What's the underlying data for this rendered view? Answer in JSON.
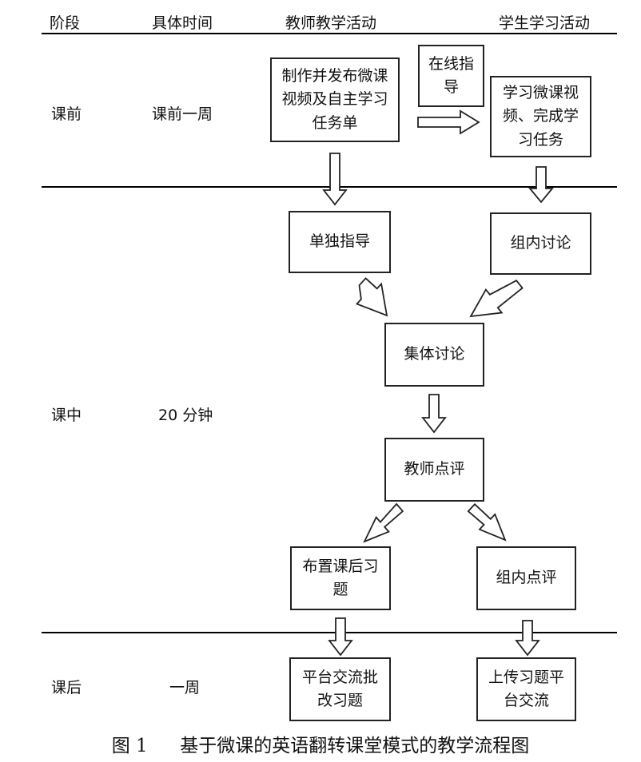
{
  "header": {
    "stage": "阶段",
    "time": "具体时间",
    "teacher": "教师教学活动",
    "student": "学生学习活动"
  },
  "stages": {
    "before": {
      "name": "课前",
      "time": "课前一周"
    },
    "during": {
      "name": "课中",
      "time": "20 分钟"
    },
    "after": {
      "name": "课后",
      "time": "一周"
    }
  },
  "boxes": {
    "make_video": "制作并发布微课视频及自主学习任务单",
    "online_guidance": "在线指导",
    "study_video": "学习微课视频、完成学习任务",
    "individual_guidance": "单独指导",
    "group_discussion": "组内讨论",
    "collective_discussion": "集体讨论",
    "teacher_review": "教师点评",
    "assign_homework": "布置课后习题",
    "group_review": "组内点评",
    "platform_review": "平台交流批改习题",
    "upload_homework": "上传习题平台交流"
  },
  "caption": {
    "number": "图 1",
    "title": "基于微课的英语翻转课堂模式的教学流程图"
  }
}
